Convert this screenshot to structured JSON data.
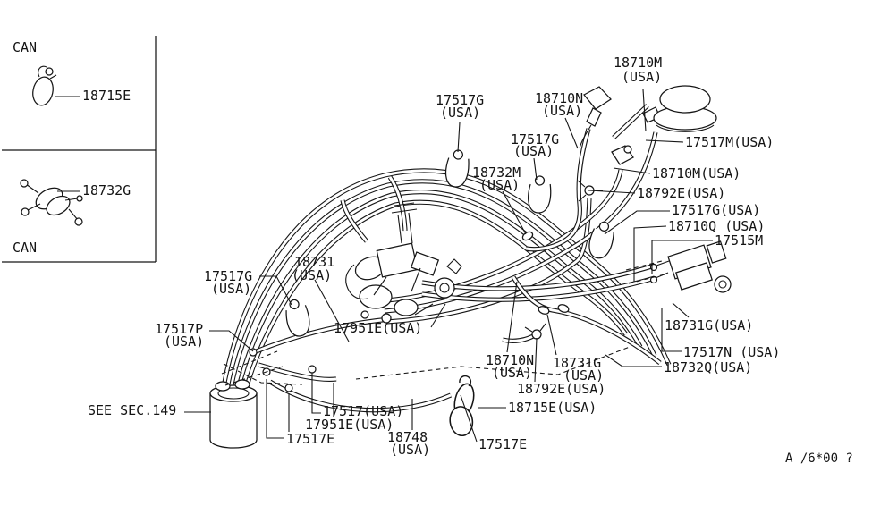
{
  "figure": {
    "drawing_code": "A /6*00 ?",
    "note": "SEE SEC.149",
    "inset_panels": [
      {
        "corner_label": "CAN",
        "part_label": "18715E"
      },
      {
        "corner_label": "CAN",
        "part_label": "18732G"
      }
    ]
  },
  "callouts": {
    "can": "CAN",
    "p18715E": "18715E",
    "p18732G": "18732G",
    "usa": "(USA)",
    "p17517G": "17517G",
    "p18710N": "18710N",
    "p18710M": "18710M",
    "p18732M": "18732M",
    "p17517M_usa": "17517M(USA)",
    "p18710M_usa": "18710M(USA)",
    "p18792E_usa": "18792E(USA)",
    "p17517G_usa": "17517G(USA)",
    "p18710Q_usa": "18710Q (USA)",
    "p17515M": "17515M",
    "p18731": "18731",
    "p17517P": "17517P",
    "p17951E_usa": "17951E(USA)",
    "p18731G": "18731G",
    "p18731G_usa": "18731G(USA)",
    "p17517N_usa": "17517N (USA)",
    "p18732Q_usa": "18732Q(USA)",
    "p18715E_usa": "18715E(USA)",
    "see_sec": "SEE SEC.149",
    "p17517_usa": "17517(USA)",
    "p17517E": "17517E",
    "p18748": "18748",
    "code": "A /6*00 ?"
  }
}
